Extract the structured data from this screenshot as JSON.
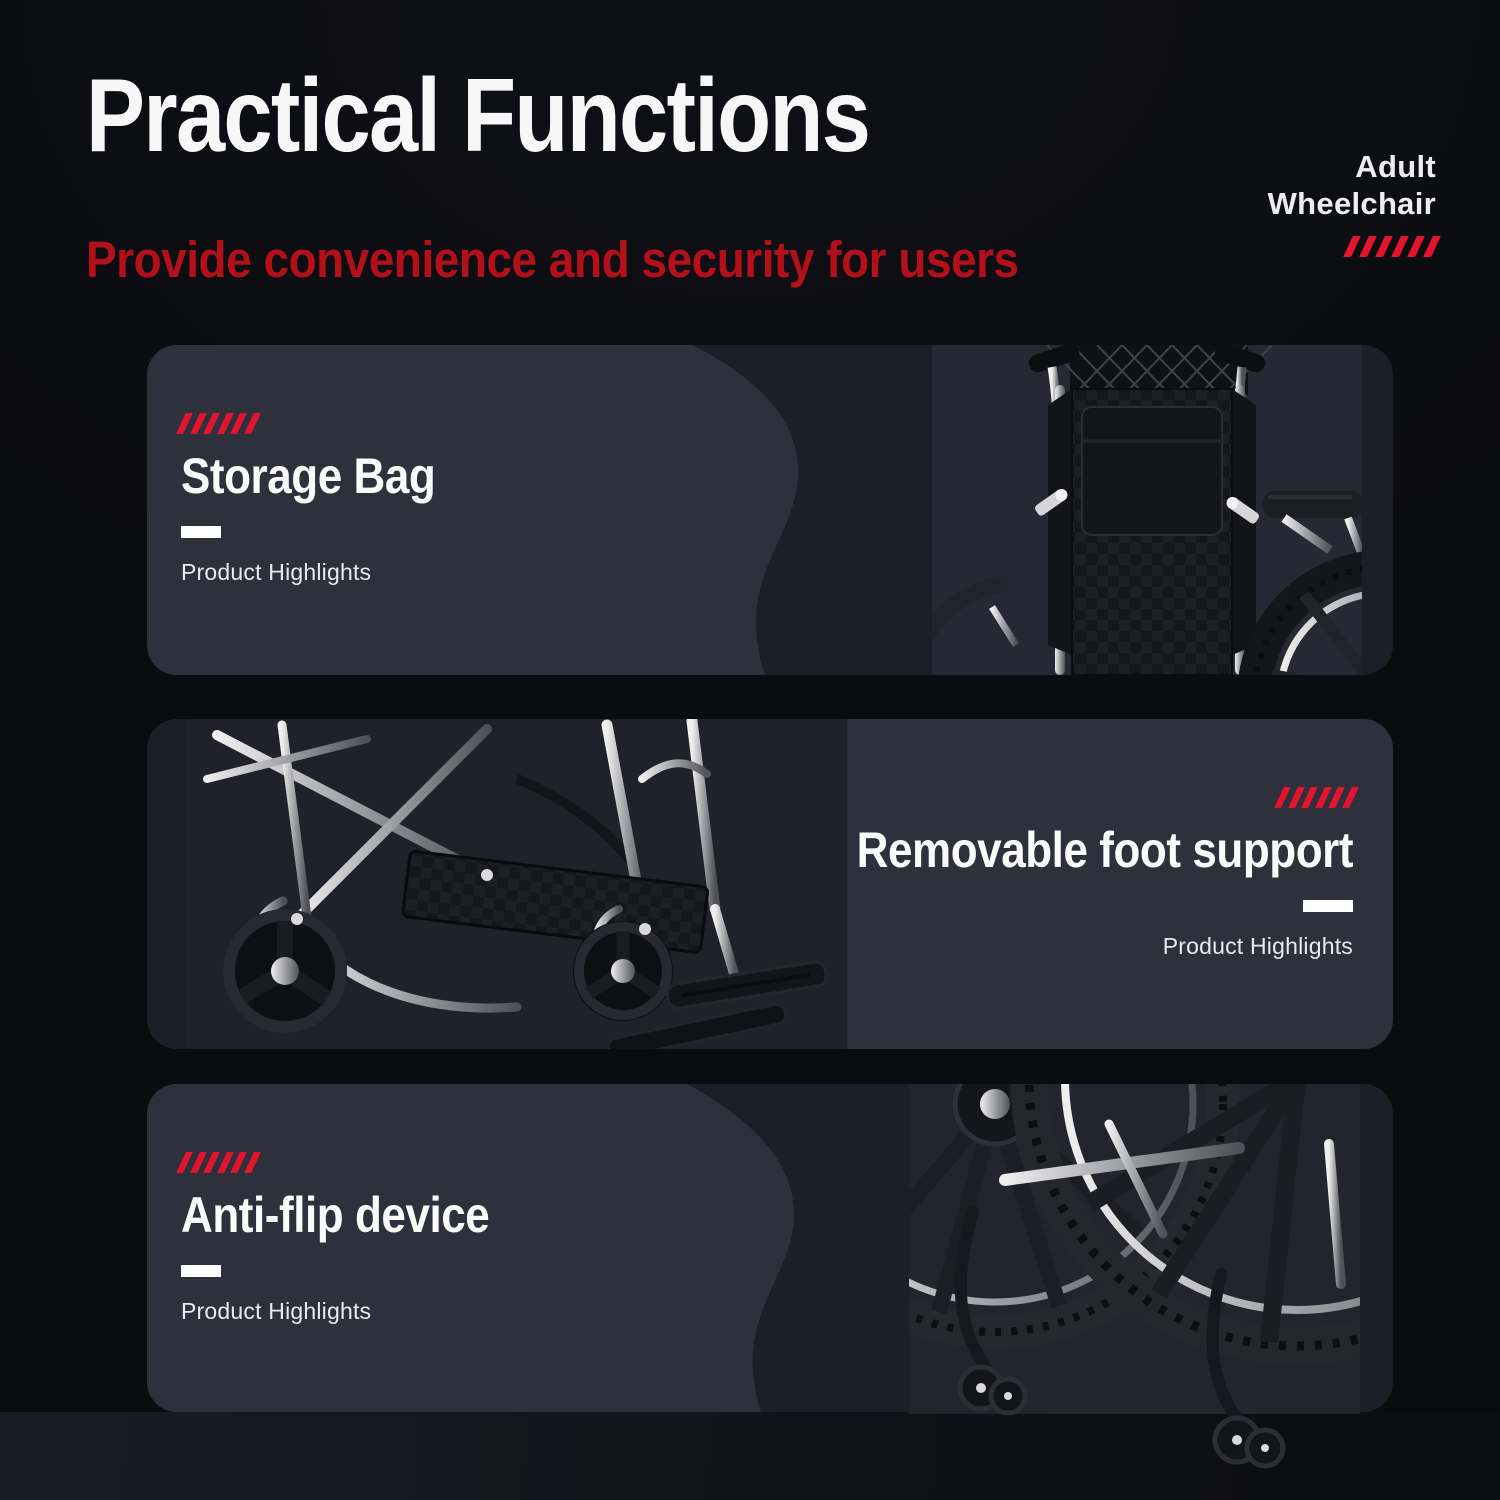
{
  "header": {
    "title": "Practical Functions",
    "subtitle": "Provide convenience and security for users"
  },
  "brand": {
    "line1": "Adult",
    "line2": "Wheelchair",
    "slashes": "//////"
  },
  "cards": [
    {
      "slashes": "//////",
      "title": "Storage Bag",
      "caption": "Product Highlights",
      "photo": "wheelchair backrest with storage bag",
      "photo_side": "right",
      "text_align": "left"
    },
    {
      "slashes": "//////",
      "title": "Removable foot support",
      "caption": "Product Highlights",
      "photo": "wheelchair front frame with removable footrests",
      "photo_side": "left",
      "text_align": "right"
    },
    {
      "slashes": "//////",
      "title": "Anti-flip device",
      "caption": "Product Highlights",
      "photo": "wheelchair rear wheels with anti-tip wheels",
      "photo_side": "right",
      "text_align": "left"
    }
  ],
  "colors": {
    "page_bg": "#0b0c10",
    "card_light": "#2e313b",
    "card_dark": "#1d1f28",
    "accent_red": "#e4132e",
    "subtitle_red": "#b41019",
    "text_white": "#f7f7f8"
  }
}
